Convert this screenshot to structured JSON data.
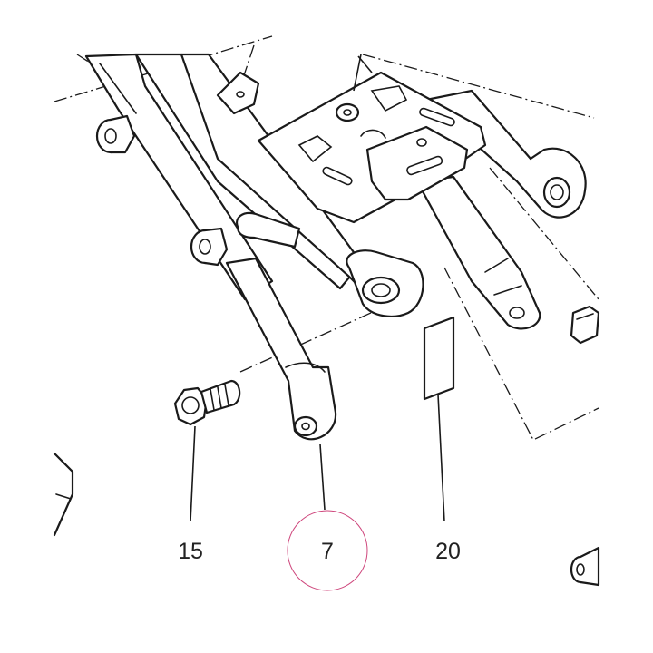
{
  "diagram": {
    "callouts": [
      {
        "id": "15",
        "label": "15",
        "part": "flange-bolt"
      },
      {
        "id": "7",
        "label": "7",
        "part": "subframe-strut",
        "highlighted": true
      },
      {
        "id": "20",
        "label": "20",
        "part": "label-plate"
      }
    ],
    "colors": {
      "line": "#1a1a1a",
      "text": "#222222",
      "highlight": "#c2185b",
      "background": "#ffffff"
    }
  }
}
